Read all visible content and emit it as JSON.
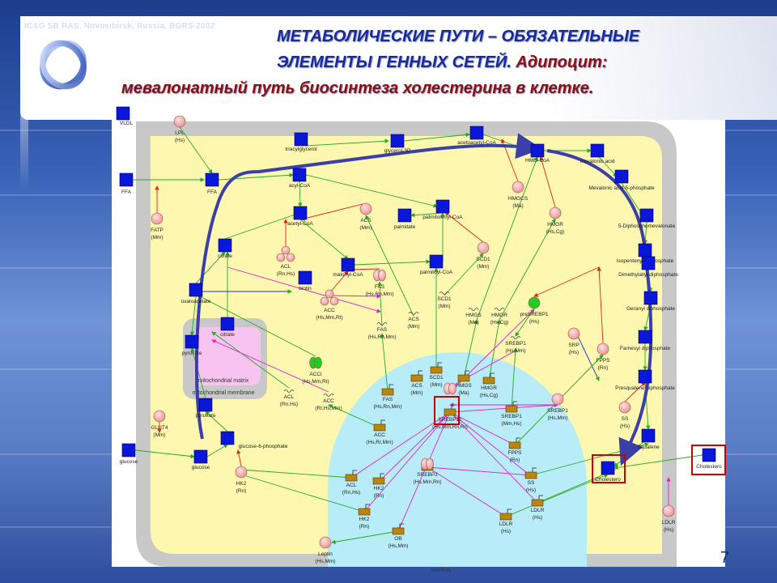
{
  "header": {
    "credit": "IC&G SB RAS, Novosibirsk, Russia, BGRS-2002",
    "title_line1": "МЕТАБОЛИЧЕСКИЕ ПУТИ – ОБЯЗАТЕЛЬНЫЕ",
    "title_line2_a": "ЭЛЕМЕНТЫ ГЕННЫХ СЕТЕЙ. ",
    "title_line2_b": "Адипоцит:",
    "title_line3": "мевалонатный путь биосинтеза холестерина в клетке."
  },
  "page_number": "7",
  "diagram": {
    "compartments": {
      "mitochondrial_matrix": "mitochondrial matrix",
      "mitochondrial_membrane": "mitochondrial membrane",
      "nucleus": "nucleus"
    },
    "metabolites": [
      "VLDL",
      "FFA",
      "FFA",
      "triacylglycerol",
      "glycerol-3P",
      "acetoacetyl-CoA",
      "HMG-CoA",
      "mevalonic acid",
      "acyl-CoA",
      "Mevalonic acid-5-phosphate",
      "acetyl-CoA",
      "palmitate",
      "palmitoleoyl-CoA",
      "5-Diphosphomevalonate",
      "citrate",
      "malonyl-CoA",
      "palmitoyl-CoA",
      "Isopentenyl diphosphate",
      "Dimethylallyl diphosphate",
      "biotin",
      "oxaloacetate",
      "Geranyl diphosphate",
      "citrate",
      "pyruvate",
      "Farnesyl diphosphate",
      "Presqualene diphosphate",
      "pyruvate",
      "Squalene",
      "glucose",
      "glucose",
      "glucose-6-phosphate",
      "Cholestero",
      "Cholestero"
    ],
    "proteins": [
      "LPL",
      "(Hs)",
      "FATP",
      "(Mm)",
      "ACS",
      "(Mm)",
      "HMGCS",
      "(Ma)",
      "HMGR",
      "(Hs,Cg)",
      "SCD1",
      "(Mm)",
      "ACL",
      "(Rn,Hs)",
      "FAS",
      "(Hs,Rn,Mm)",
      "ACC",
      "(Hs,Mm,Rt)",
      "SCD1",
      "(Mm)",
      "ACS",
      "(Mm)",
      "HMGS",
      "(Ma)",
      "HMGR",
      "(Hs,Cg)",
      "preSREBP1",
      "(Hs)",
      "FAS",
      "(Hs,Rn,Mm)",
      "SREBP1",
      "(Hs,Mm)",
      "SRP",
      "(Hs)",
      "FPPS",
      "(Rn)",
      "ACCi",
      "(Hs,Mm,Rt)",
      "ACL",
      "(Rn,Hs)",
      "ACC",
      "(Rr,Hs,Mm)",
      "SREBP1",
      "(Hs,Mm)",
      "SS",
      "(Hs)",
      "GLUT4",
      "(Mm)",
      "HK2",
      "(Rn)",
      "LDLR",
      "(Hs)",
      "Leptin",
      "(Hs,Mm)"
    ],
    "genes": [
      "ACS",
      "(Mm)",
      "SCD1",
      "(Mm)",
      "HMGS",
      "(Ma)",
      "HMGR",
      "(Hs,Cg)",
      "FAS",
      "(Hs,Rn,Mm)",
      "SREBP1",
      "(Mm,Hs)",
      "ACC",
      "(Hs,Rr,Mm)",
      "SREBP1c",
      "(Hs,Mm,Rn,Rr)",
      "FPPS",
      "(Rn)",
      "SREBP2",
      "(Hs,Mm,Rn)",
      "HK2",
      "(Rn)",
      "ACL",
      "(Rn,Hs)",
      "SS",
      "(Hs)",
      "LDLR",
      "(Hs)",
      "HK2",
      "(Rn)",
      "OB",
      "(Hs,Mm)",
      "LDLR",
      "(Hs)"
    ]
  },
  "colors": {
    "title_blue": "#1a2a9a",
    "title_dark_red": "#8a0f0f",
    "metabolite": "#0a16d8",
    "protein": "#f4b8b8",
    "gene": "#b8860b",
    "cytoplasm": "#fdf7b0",
    "nucleus": "#b8ecf8",
    "mito_matrix": "#f7c4f0",
    "highlight": "#cc0000",
    "pathway_arrow": "#3a40a8"
  }
}
